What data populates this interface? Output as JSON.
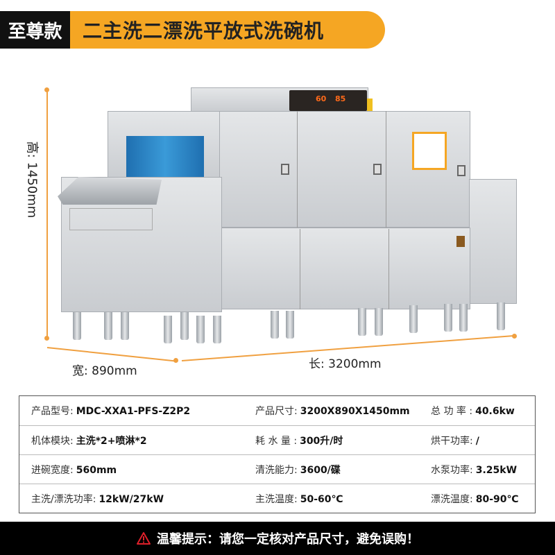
{
  "header": {
    "badge": "至尊款",
    "title": "二主洗二漂洗平放式洗碗机"
  },
  "dimensions": {
    "height": "高: 1450mm",
    "width": "宽: 890mm",
    "length": "长: 3200mm"
  },
  "machine_display": {
    "left": "60",
    "right": "85"
  },
  "specs": [
    [
      {
        "label": "产品型号:",
        "value": "MDC-XXA1-PFS-Z2P2"
      },
      {
        "label": "产品尺寸:",
        "value": "3200X890X1450mm"
      },
      {
        "label": "总 功 率 :",
        "value": "40.6kw"
      }
    ],
    [
      {
        "label": "机体模块:",
        "value": "主洗*2+喷淋*2"
      },
      {
        "label": "耗 水 量 :",
        "value": "300升/时"
      },
      {
        "label": "烘干功率:",
        "value": "/"
      }
    ],
    [
      {
        "label": "进碗宽度:",
        "value": "560mm"
      },
      {
        "label": "清洗能力:",
        "value": "3600/碟"
      },
      {
        "label": "水泵功率:",
        "value": "3.25kW"
      }
    ],
    [
      {
        "label": "主洗/漂洗功率:",
        "value": "12kW/27kW"
      },
      {
        "label": "主洗温度:",
        "value": "50-60℃"
      },
      {
        "label": "漂洗温度:",
        "value": "80-90℃"
      }
    ]
  ],
  "footer": {
    "icon": "warning-icon",
    "text": "温馨提示：请您一定核对产品尺寸，避免误购！"
  },
  "colors": {
    "accent": "#f5a623",
    "warning": "#e0202a"
  }
}
